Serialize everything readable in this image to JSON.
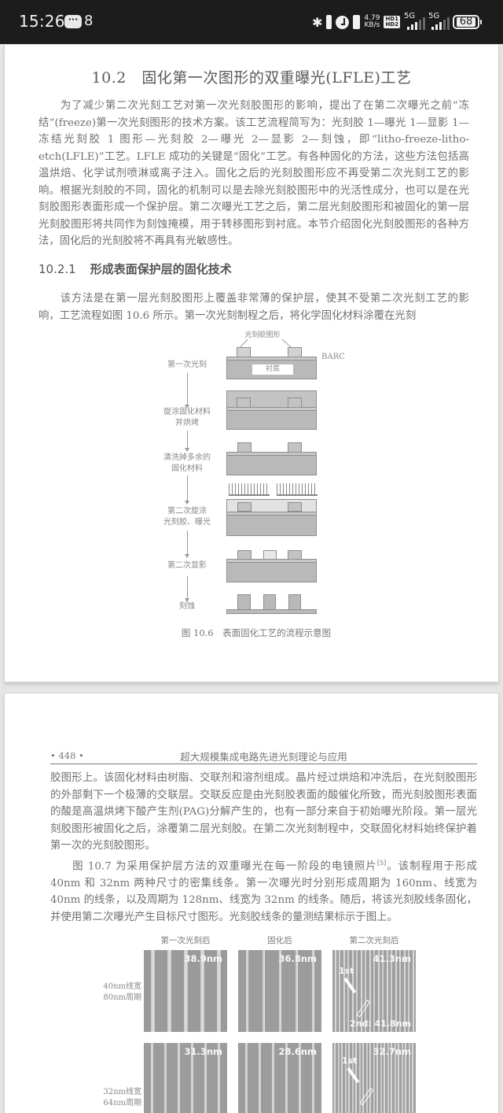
{
  "status_bar": {
    "time": "15:26",
    "notification_icon": "message-bubble-icon",
    "notification_count": "8",
    "icons": [
      "bluetooth-icon",
      "battery-saver-icon",
      "alarm-icon",
      "vibrate-icon"
    ],
    "net_speed_value": "4.79",
    "net_speed_unit": "KB/s",
    "hd_top": "HD1",
    "hd_bottom": "HD2",
    "sim1_label": "5G",
    "sim2_label": "5G",
    "battery_level": "68"
  },
  "page1": {
    "section_title": "10.2　固化第一次图形的双重曝光(LFLE)工艺",
    "intro_paragraph": "为了减少第二次光刻工艺对第一次光刻胶图形的影响，提出了在第二次曝光之前“冻结”(freeze)第一次光刻图形的技术方案。该工艺流程简写为：光刻胶 1—曝光 1—显影 1—冻结光刻胶 1 图形—光刻胶 2—曝光 2—显影 2—刻蚀，即“litho-freeze-litho-etch(LFLE)”工艺。LFLE 成功的关键是“固化”工艺。有各种固化的方法，这些方法包括高温烘焙、化学试剂喷淋或离子注入。固化之后的光刻胶图形应不再受第二次光刻工艺的影响。根据光刻胶的不同，固化的机制可以是去除光刻胶图形中的光活性成分，也可以是在光刻胶图形表面形成一个保护层。第二次曝光工艺之后，第二层光刻胶图形和被固化的第一层光刻胶图形将共同作为刻蚀掩模，用于转移图形到衬底。本节介绍固化光刻胶图形的各种方法，固化后的光刻胶将不再具有光敏感性。",
    "subsection_number": "10.2.1",
    "subsection_title": "形成表面保护层的固化技术",
    "subsection_paragraph": "该方法是在第一层光刻胶图形上覆盖非常薄的保护层，使其不受第二次光刻工艺的影响，工艺流程如图 10.6 所示。第一次光刻制程之后，将化学固化材料涂覆在光刻",
    "figure": {
      "top_label": "光刻胶图形",
      "barc_label": "BARC",
      "substrate_label": "衬底",
      "steps": [
        {
          "label": "第一次光刻"
        },
        {
          "label": "旋涂固化材料\n并烘烤"
        },
        {
          "label": "清洗掉多余的\n固化材料"
        },
        {
          "label": "第二次旋涂\n光刻胶、曝光"
        },
        {
          "label": "第二次显影"
        },
        {
          "label": "刻蚀"
        }
      ],
      "caption": "图 10.6　表面固化工艺的流程示意图"
    }
  },
  "page2": {
    "page_number": "• 448 •",
    "book_title": "超大规模集成电路先进光刻理论与应用",
    "paragraph1": "胶图形上。该固化材料由树脂、交联剂和溶剂组成。晶片经过烘焙和冲洗后，在光刻胶图形的外部剩下一个极薄的交联层。交联反应是由光刻胶表面的酸催化所致，而光刻胶图形表面的酸是高温烘烤下酸产生剂(PAG)分解产生的，也有一部分来自于初始曝光阶段。第一层光刻胶图形被固化之后，涂覆第二层光刻胶。在第二次光刻制程中，交联固化材料始终保护着第一次的光刻胶图形。",
    "paragraph2_pre": "图 10.7 为采用保护层方法的双重曝光在每一阶段的电镜照片",
    "paragraph2_ref": "[5]",
    "paragraph2_post": "。该制程用于形成 40nm 和 32nm 两种尺寸的密集线条。第一次曝光时分别形成周期为 160nm、线宽为 40nm 的线条，以及周期为 128nm、线宽为 32nm 的线条。随后，将该光刻胶线条固化，并使用第二次曝光产生目标尺寸图形。光刻胶线条的量测结果标示于图上。",
    "figure": {
      "columns": [
        "第一次光刻后",
        "固化后",
        "第二次光刻后"
      ],
      "rows": [
        {
          "label_line1": "40nm线宽",
          "label_line2": "80nm周期",
          "values": [
            "38.9nm",
            "36.8nm",
            "41.3nm"
          ],
          "second_value": "2nd: 41.8nm"
        },
        {
          "label_line1": "32nm线宽",
          "label_line2": "64nm周期",
          "values": [
            "31.3nm",
            "28.6nm",
            "32.7nm"
          ]
        }
      ],
      "first_marker": "1st",
      "second_marker_label": "2nd",
      "second_marker_value": "41.8nm"
    }
  }
}
